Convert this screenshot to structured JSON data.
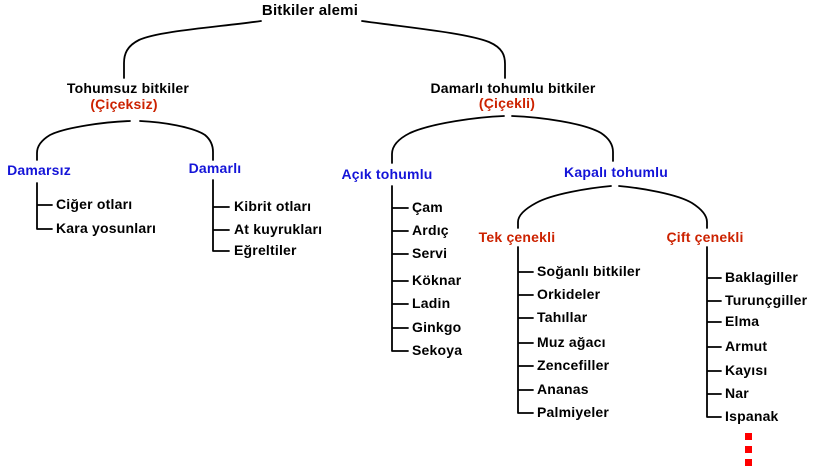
{
  "colors": {
    "heading_text": "#000000",
    "category_blue": "#1414d8",
    "flowering_red": "#cc2200",
    "continuation_dots_red": "#ff0000",
    "connector_line": "#000000",
    "background": "#ffffff"
  },
  "nodes": {
    "root": {
      "label": "Bitkiler alemi"
    },
    "tohumsuz": {
      "label": "Tohumsuz bitkiler",
      "sublabel": "(Çiçeksiz)"
    },
    "damarli_tohumlu": {
      "label": "Damarlı tohumlu bitkiler",
      "sublabel": "(Çiçekli)"
    },
    "damarsiz": {
      "label": "Damarsız",
      "items": [
        "Ciğer otları",
        "Kara yosunları"
      ]
    },
    "damarli": {
      "label": "Damarlı",
      "items": [
        "Kibrit otları",
        "At kuyrukları",
        "Eğreltiler"
      ]
    },
    "acik_tohumlu": {
      "label": "Açık tohumlu",
      "items": [
        "Çam",
        "Ardıç",
        "Servi",
        "Köknar",
        "Ladin",
        "Ginkgo",
        "Sekoya"
      ]
    },
    "kapali_tohumlu": {
      "label": "Kapalı tohumlu"
    },
    "tek_cenekli": {
      "label": "Tek çenekli",
      "items": [
        "Soğanlı bitkiler",
        "Orkideler",
        "Tahıllar",
        "Muz ağacı",
        "Zencefiller",
        "Ananas",
        "Palmiyeler"
      ]
    },
    "cift_cenekli": {
      "label": "Çift çenekli",
      "items": [
        "Baklagiller",
        "Turunçgiller",
        "Elma",
        "Armut",
        "Kayısı",
        "Nar",
        "Ispanak"
      ]
    }
  }
}
